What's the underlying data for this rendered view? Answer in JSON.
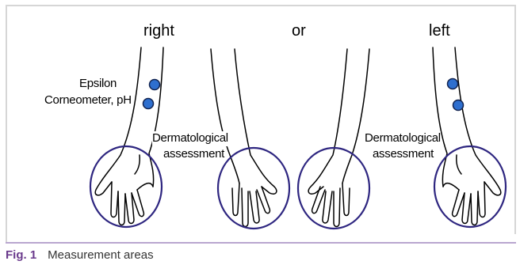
{
  "labels": {
    "right": "right",
    "or": "or",
    "left": "left"
  },
  "annotations": {
    "epsilon": "Epsilon",
    "corneometer": "Corneometer, pH",
    "derm_left_line1": "Dermatological",
    "derm_left_line2": "assessment",
    "derm_right_line1": "Dermatological",
    "derm_right_line2": "assessment"
  },
  "caption": {
    "fig_label": "Fig. 1",
    "text": "Measurement areas"
  },
  "colors": {
    "circle_stroke": "#2e2680",
    "dot_fill": "#2e6fcf",
    "dot_stroke": "#12234f",
    "fig_label": "#6a3a8c"
  }
}
